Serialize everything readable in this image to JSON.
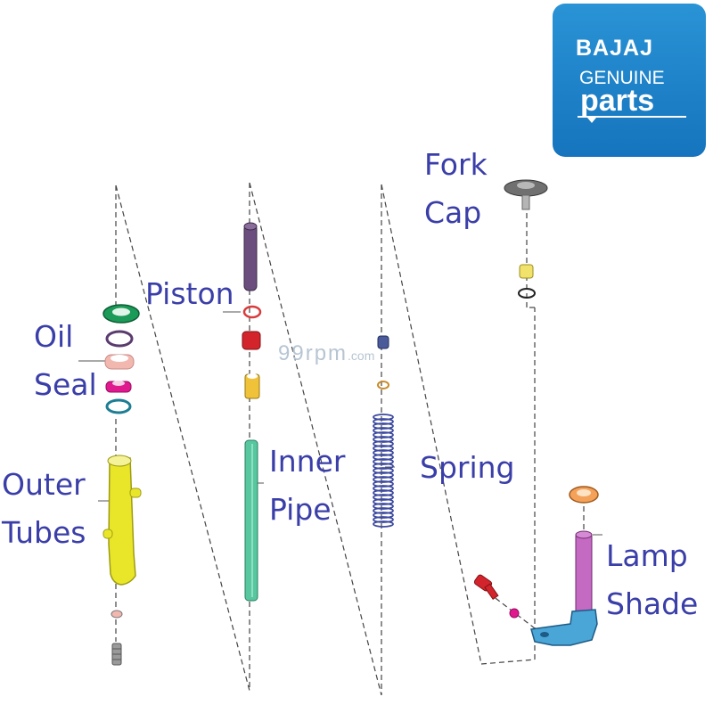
{
  "labels": {
    "fork_cap": [
      "Fork",
      "Cap"
    ],
    "piston": "Piston",
    "oil_seal": [
      "Oil",
      "Seal"
    ],
    "inner_pipe": [
      "Inner",
      "Pipe"
    ],
    "spring": "Spring",
    "outer_tubes": [
      "Outer",
      "Tubes"
    ],
    "lamp_shade": [
      "Lamp",
      "Shade"
    ]
  },
  "logo": {
    "brand": "BAJAJ",
    "line2": "GENUINE",
    "line3": "parts"
  },
  "watermark": {
    "main": "99rpm",
    "suffix": ".com"
  },
  "colors": {
    "label": "#3a3ea8",
    "logo_bg": "#1a7fc6",
    "outer_tube": "#e9e62a",
    "inner_pipe": "#58c7a0",
    "damper_rod": "#6b4e7e",
    "seal_green": "#1b9a58",
    "seal_pink": "#f2b8b0",
    "seal_magenta": "#e0198f",
    "lamp_shade": "#c46ac3",
    "bracket": "#4aa6d6"
  }
}
